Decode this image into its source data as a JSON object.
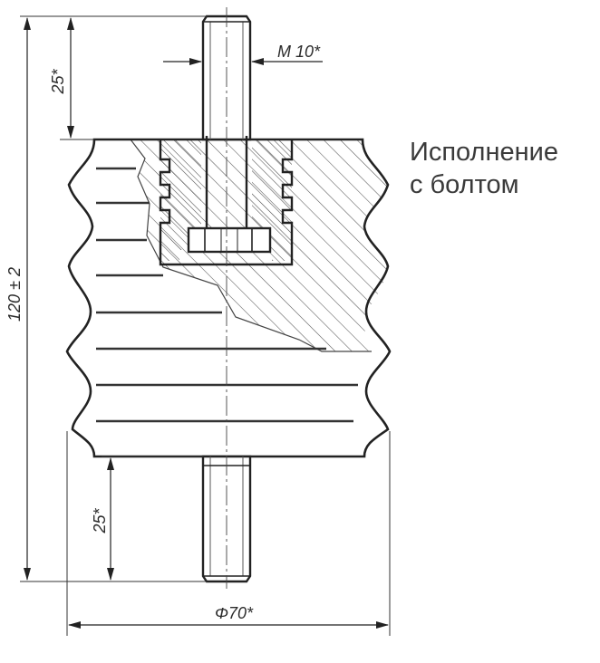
{
  "caption": {
    "line1": "Исполнение",
    "line2": "с болтом"
  },
  "dimensions": {
    "thread": "M 10*",
    "top_stud_length": "25*",
    "bottom_stud_length": "25*",
    "overall_height": "120 ± 2",
    "diameter": "Φ70*"
  }
}
